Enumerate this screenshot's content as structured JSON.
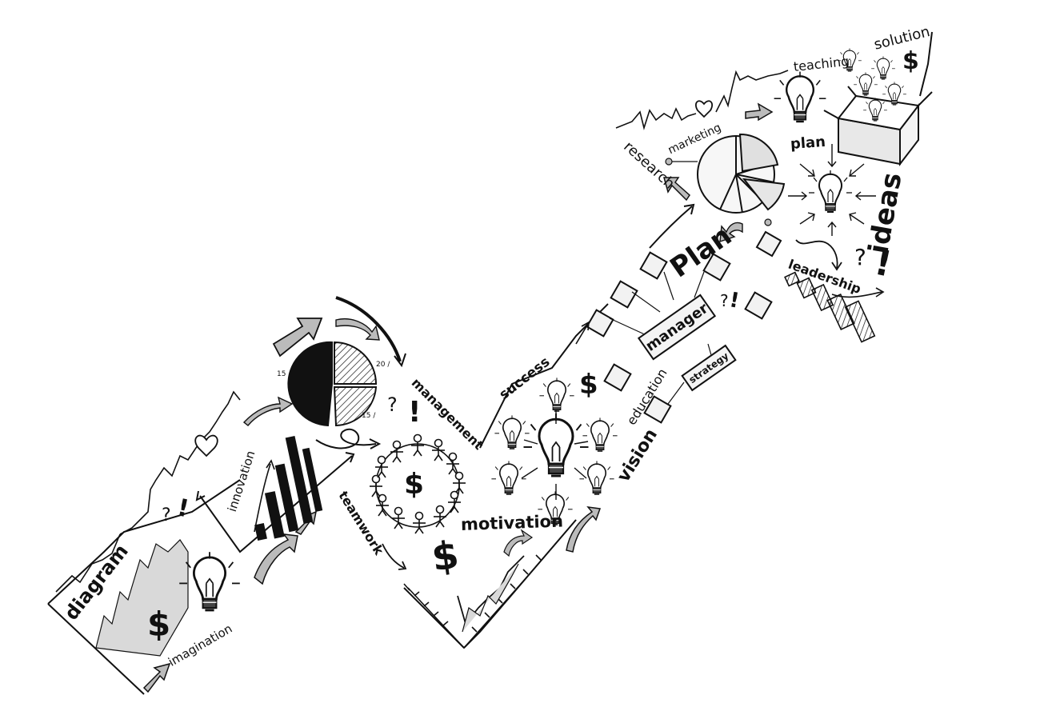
{
  "colors": {
    "ink": "#111111",
    "paper": "#ffffff",
    "shade": "#d9d9d9"
  },
  "labels": {
    "diagram": "diagram",
    "imagination": "imagination",
    "innovation": "innovation",
    "teamwork": "teamwork",
    "management": "management",
    "motivation": "motivation",
    "success": "success",
    "education": "education",
    "vision": "vision",
    "strategy": "strategy",
    "manager": "manager",
    "plan_big": "Plan",
    "research": "research",
    "marketing": "marketing",
    "plan_small": "plan",
    "teaching": "teaching",
    "solution": "solution",
    "ideas": "ideas",
    "leadership": "leadership"
  },
  "pie_labels": {
    "p15a": "15 /",
    "p20": "20 /",
    "p15b": "15 /"
  },
  "symbols": {
    "dollar": "$",
    "question": "?",
    "exclaim": "!"
  },
  "icons": [
    "lightbulb-icon",
    "dollar-icon",
    "pie-chart-icon",
    "bar-chart-icon",
    "people-circle-icon",
    "box-icon",
    "arrow-icon",
    "heart-icon"
  ]
}
